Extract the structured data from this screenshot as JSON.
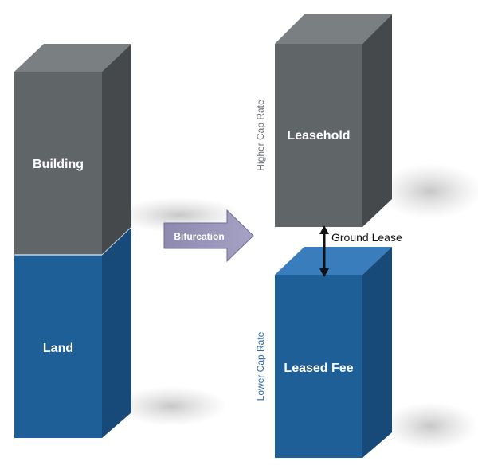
{
  "left_column": {
    "top_block": {
      "label": "Building"
    },
    "bottom_block": {
      "label": "Land"
    }
  },
  "arrow": {
    "label": "Bifurcation"
  },
  "right_column": {
    "top_block": {
      "label": "Leasehold"
    },
    "bottom_block": {
      "label": "Leased Fee"
    },
    "connector": {
      "label": "Ground Lease"
    }
  },
  "side_labels": {
    "upper": "Higher Cap Rate",
    "lower": "Lower Cap Rate"
  },
  "colors": {
    "gray_front": "#5e6366",
    "gray_top": "#7a7f82",
    "gray_side": "#44484b",
    "blue_front": "#1f5f98",
    "blue_top": "#3a7dbd",
    "blue_side": "#174a78",
    "arrow_fill": "#8d87ae",
    "upper_label_color": "#6b6f72",
    "lower_label_color": "#2e69a8"
  }
}
